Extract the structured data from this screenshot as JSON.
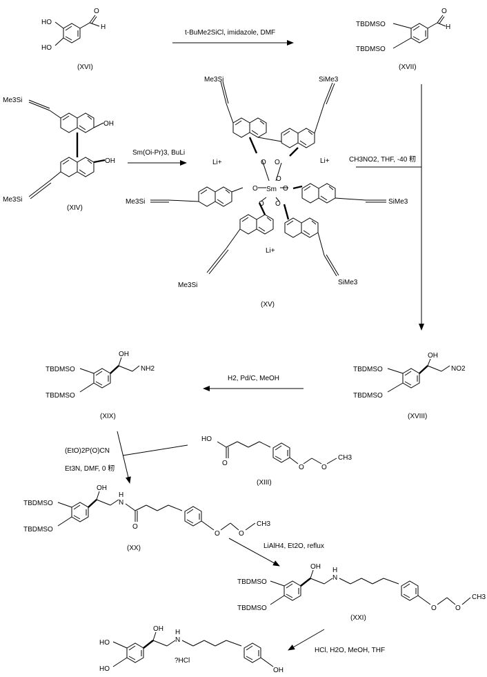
{
  "compounds": {
    "xvi": {
      "label": "(XVI)",
      "oh1": "HO",
      "oh2": "HO",
      "h": "H",
      "o": "O"
    },
    "xvii": {
      "label": "(XVII)",
      "r1": "TBDMSO",
      "r2": "TBDMSO",
      "h": "H",
      "o": "O"
    },
    "xiv": {
      "label": "(XIV)",
      "tms_top": "Me3Si",
      "tms_bottom": "Me3Si",
      "oh1": "OH",
      "oh2": "OH"
    },
    "xv": {
      "label": "(XV)",
      "li1": "Li+",
      "li2": "Li+",
      "li3": "Li+",
      "sm": "Sm",
      "o": "O",
      "tms_tl": "Me3Si",
      "tms_tr": "SiMe3",
      "tms_l": "Me3Si",
      "tms_r": "SiMe3",
      "tms_bl": "Me3Si",
      "tms_br": "SiMe3"
    },
    "xviii": {
      "label": "(XVIII)",
      "r1": "TBDMSO",
      "r2": "TBDMSO",
      "oh": "OH",
      "no2": "NO2"
    },
    "xix": {
      "label": "(XIX)",
      "r1": "TBDMSO",
      "r2": "TBDMSO",
      "oh": "OH",
      "nh2": "NH2"
    },
    "xiii": {
      "label": "(XIII)",
      "ho": "HO",
      "o1": "O",
      "o2": "O",
      "ch3": "CH3"
    },
    "xx": {
      "label": "(XX)",
      "r1": "TBDMSO",
      "r2": "TBDMSO",
      "oh": "OH",
      "nh": "H",
      "n": "N",
      "o": "O",
      "o2": "O",
      "ch3": "CH3"
    },
    "xxi": {
      "label": "(XXI)",
      "r1": "TBDMSO",
      "r2": "TBDMSO",
      "oh": "OH",
      "h": "H",
      "n": "N",
      "o": "O",
      "ch3": "CH3"
    },
    "final": {
      "ho1": "HO",
      "ho2": "HO",
      "oh": "OH",
      "h": "H",
      "n": "N",
      "hcl": "?HCl",
      "oh_end": "OH"
    }
  },
  "reagents": {
    "r1": "t-BuMe2SiCl, imidazole, DMF",
    "r2": "Sm(Oi-Pr)3, BuLi",
    "r3": "CH3NO2, THF, -40 籾",
    "r4": "H2, Pd/C, MeOH",
    "r5a": "(EtO)2P(O)CN",
    "r5b": "Et3N, DMF, 0 籾",
    "r6": "LiAlH4, Et2O, reflux",
    "r7": "HCl, H2O, MeOH, THF"
  }
}
